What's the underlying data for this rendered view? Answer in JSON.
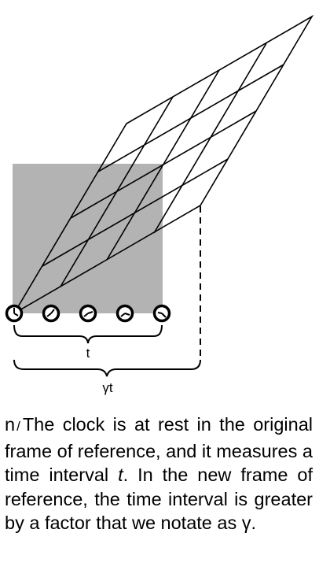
{
  "diagram": {
    "label_t": "t",
    "label_gamma_t": "γt",
    "clocks": [
      {
        "name": "clock-1"
      },
      {
        "name": "clock-2"
      },
      {
        "name": "clock-3"
      },
      {
        "name": "clock-4"
      },
      {
        "name": "clock-5"
      }
    ],
    "colors": {
      "shaded_square": "#b3b3b3",
      "ink": "#000000"
    }
  },
  "caption": {
    "figure_id": "n",
    "separator": "/",
    "text_1": "The clock is at rest in the original frame of reference, and it measures a time interval ",
    "var_t": "t",
    "text_2": ". In the new frame of reference, the time interval is greater by a factor that we notate as γ."
  }
}
